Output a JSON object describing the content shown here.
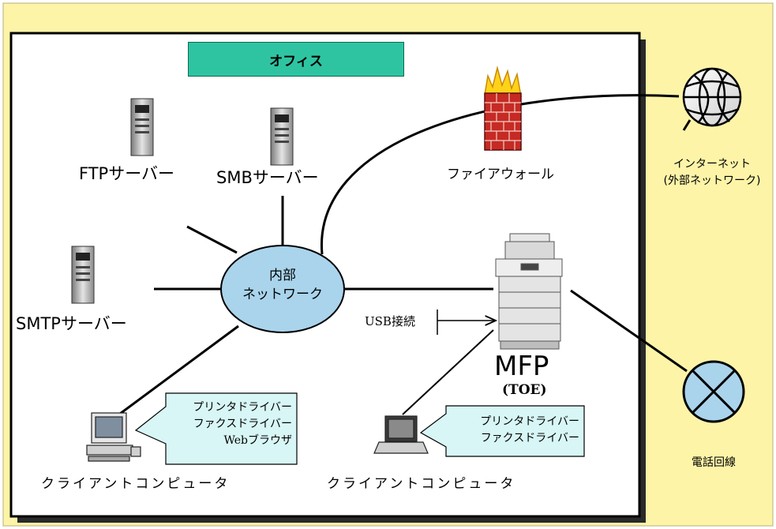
{
  "office": {
    "title": "オフィス"
  },
  "servers": {
    "ftp": "FTPサーバー",
    "smb": "SMBサーバー",
    "smtp": "SMTPサーバー"
  },
  "firewall": "ファイアウォール",
  "internet": {
    "line1": "インターネット",
    "line2": "(外部ネットワーク)"
  },
  "internal_network": {
    "line1": "内部",
    "line2": "ネットワーク"
  },
  "usb": "USB接続",
  "mfp": {
    "name": "MFP",
    "sub": "(TOE)"
  },
  "phone_line": "電話回線",
  "client_desktop": {
    "label": "クライアントコンピュータ",
    "software": [
      "プリンタドライバー",
      "ファクスドライバー",
      "Webブラウザ"
    ]
  },
  "client_laptop": {
    "label": "クライアントコンピュータ",
    "software": [
      "プリンタドライバー",
      "ファクスドライバー"
    ]
  },
  "colors": {
    "background": "#fdf4a8",
    "office_fill": "#ffffff",
    "title_fill": "#2ec4a2",
    "network_fill": "#a9d4ec",
    "callout_fill": "#d8f6f6",
    "firewall": "#c62a24"
  }
}
